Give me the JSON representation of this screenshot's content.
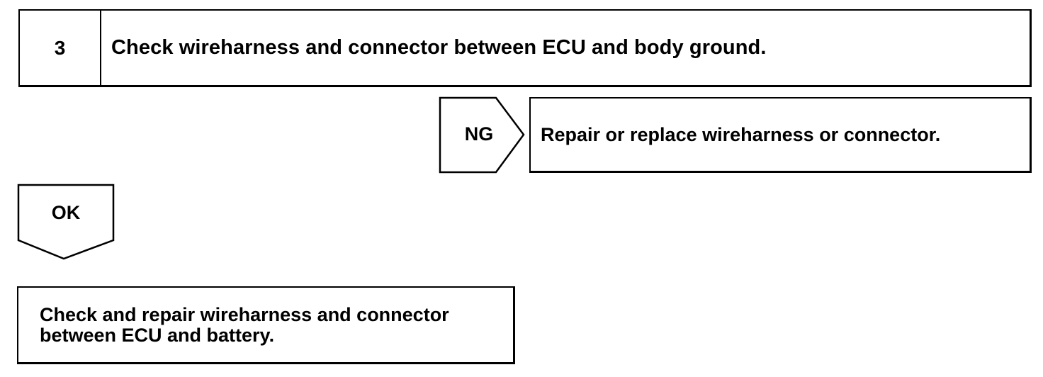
{
  "step": {
    "number": "3",
    "instruction": "Check wireharness and connector between ECU and body ground."
  },
  "ng_branch": {
    "label": "NG",
    "action": "Repair or replace wireharness or connector."
  },
  "ok_branch": {
    "label": "OK",
    "action_line1": "Check and repair wireharness and connector",
    "action_line2": "between ECU and battery."
  }
}
